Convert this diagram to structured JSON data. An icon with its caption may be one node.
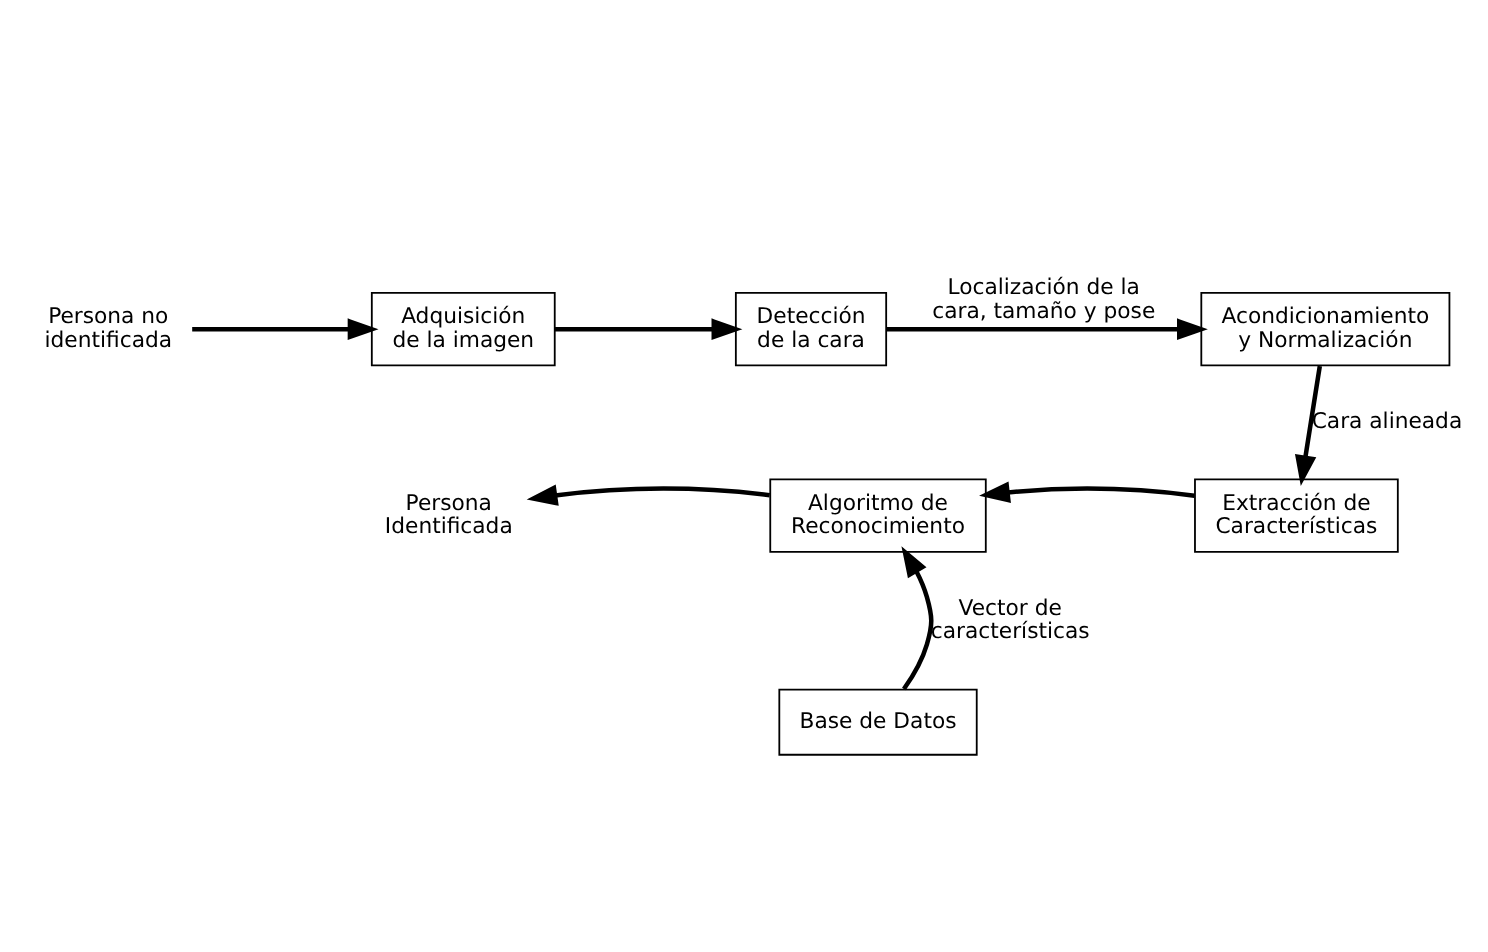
{
  "diagram": {
    "nodes": [
      {
        "text": [
          "Persona no identificada"
        ]
      },
      {
        "text": [
          "Adquisición de la imagen"
        ]
      },
      {
        "text": [
          "Detección de la cara"
        ]
      },
      {
        "text": [
          "Acondicionamiento y Normalización"
        ]
      },
      {
        "text": [
          "Extracción de Características"
        ]
      },
      {
        "text": [
          "Algoritmo de Reconocimiento"
        ]
      },
      {
        "text": [
          "Persona Identificada"
        ]
      },
      {
        "text": [
          "Base de Datos"
        ]
      }
    ],
    "edges": [
      {
        "from": 0,
        "to": 1,
        "arrow": "to"
      },
      {
        "from": 1,
        "to": 2,
        "arrow": "to"
      },
      {
        "from": 2,
        "to": 3,
        "arrow": "to",
        "label": "Localización de la cara, tamaño y pose"
      },
      {
        "from": 3,
        "to": 4,
        "arrow": "to",
        "label": "Cara alineada"
      },
      {
        "from": 4,
        "to": 5,
        "arrow": "to"
      },
      {
        "from": 5,
        "to": 6,
        "arrow": "to"
      },
      {
        "from": 7,
        "to": 5,
        "arrow": "to",
        "label": "Vector de características"
      }
    ]
  }
}
